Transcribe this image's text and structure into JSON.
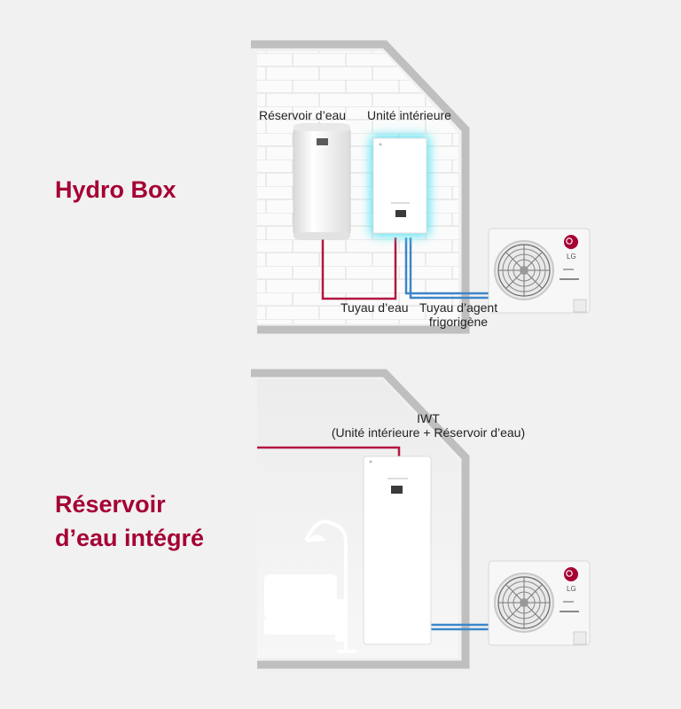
{
  "hydro_box": {
    "heading": "Hydro Box",
    "tank_label": "Réservoir d’eau",
    "indoor_label": "Unité intérieure",
    "water_pipe_label": "Tuyau d’eau",
    "refrigerant_pipe_label_line1": "Tuyau d’agent",
    "refrigerant_pipe_label_line2": "frigorigène"
  },
  "integrated_tank": {
    "heading_line1": "Réservoir",
    "heading_line2": "d’eau intégré",
    "iwt_label_line1": "IWT",
    "iwt_label_line2": "(Unité intérieure + Réservoir d’eau)"
  },
  "outdoor_unit": {
    "brand": "LG"
  },
  "colors": {
    "brand_red": "#a50034",
    "water_pipe": "#b3163f",
    "refrigerant_pipe": "#3c86c8",
    "house_outline": "#bcbcbc",
    "indoor_glow": "#4fe3f2"
  },
  "icons": [
    "fan-icon",
    "lg-logo-icon",
    "floor-lamp-icon",
    "sofa-icon"
  ]
}
